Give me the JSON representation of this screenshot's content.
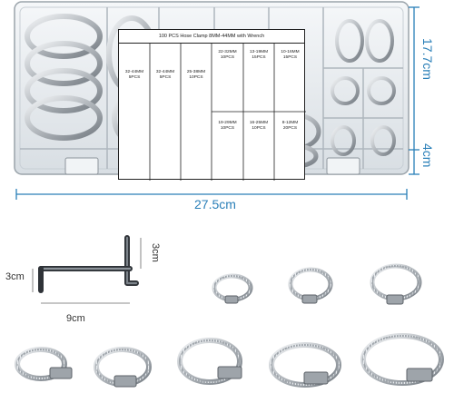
{
  "dimensions": {
    "height": "17.7cm",
    "depth": "4cm",
    "width": "27.5cm"
  },
  "wrench": {
    "height": "3cm",
    "width": "3cm",
    "length": "9cm"
  },
  "chart": {
    "title": "100 PCS Hose Clamp 8MM-44MM with Wrench",
    "cells": [
      {
        "size": "32-44MM",
        "qty": "5PCS"
      },
      {
        "size": "32-44MM",
        "qty": "5PCS"
      },
      {
        "size": "25-38MM",
        "qty": "10PCS"
      },
      {
        "size": "22-32MM",
        "qty": "10PCS"
      },
      {
        "size": "13-19MM",
        "qty": "15PCS"
      },
      {
        "size": "10-16MM",
        "qty": "15PCS"
      },
      {
        "size": "19-29MM",
        "qty": "10PCS"
      },
      {
        "size": "16-25MM",
        "qty": "10PCS"
      },
      {
        "size": "8-12MM",
        "qty": "20PCS"
      }
    ]
  },
  "colors": {
    "dimension": "#2a7fb8",
    "steel": "#b7bcc1",
    "steel_dark": "#6f767d",
    "case": "#dfe5ea"
  }
}
